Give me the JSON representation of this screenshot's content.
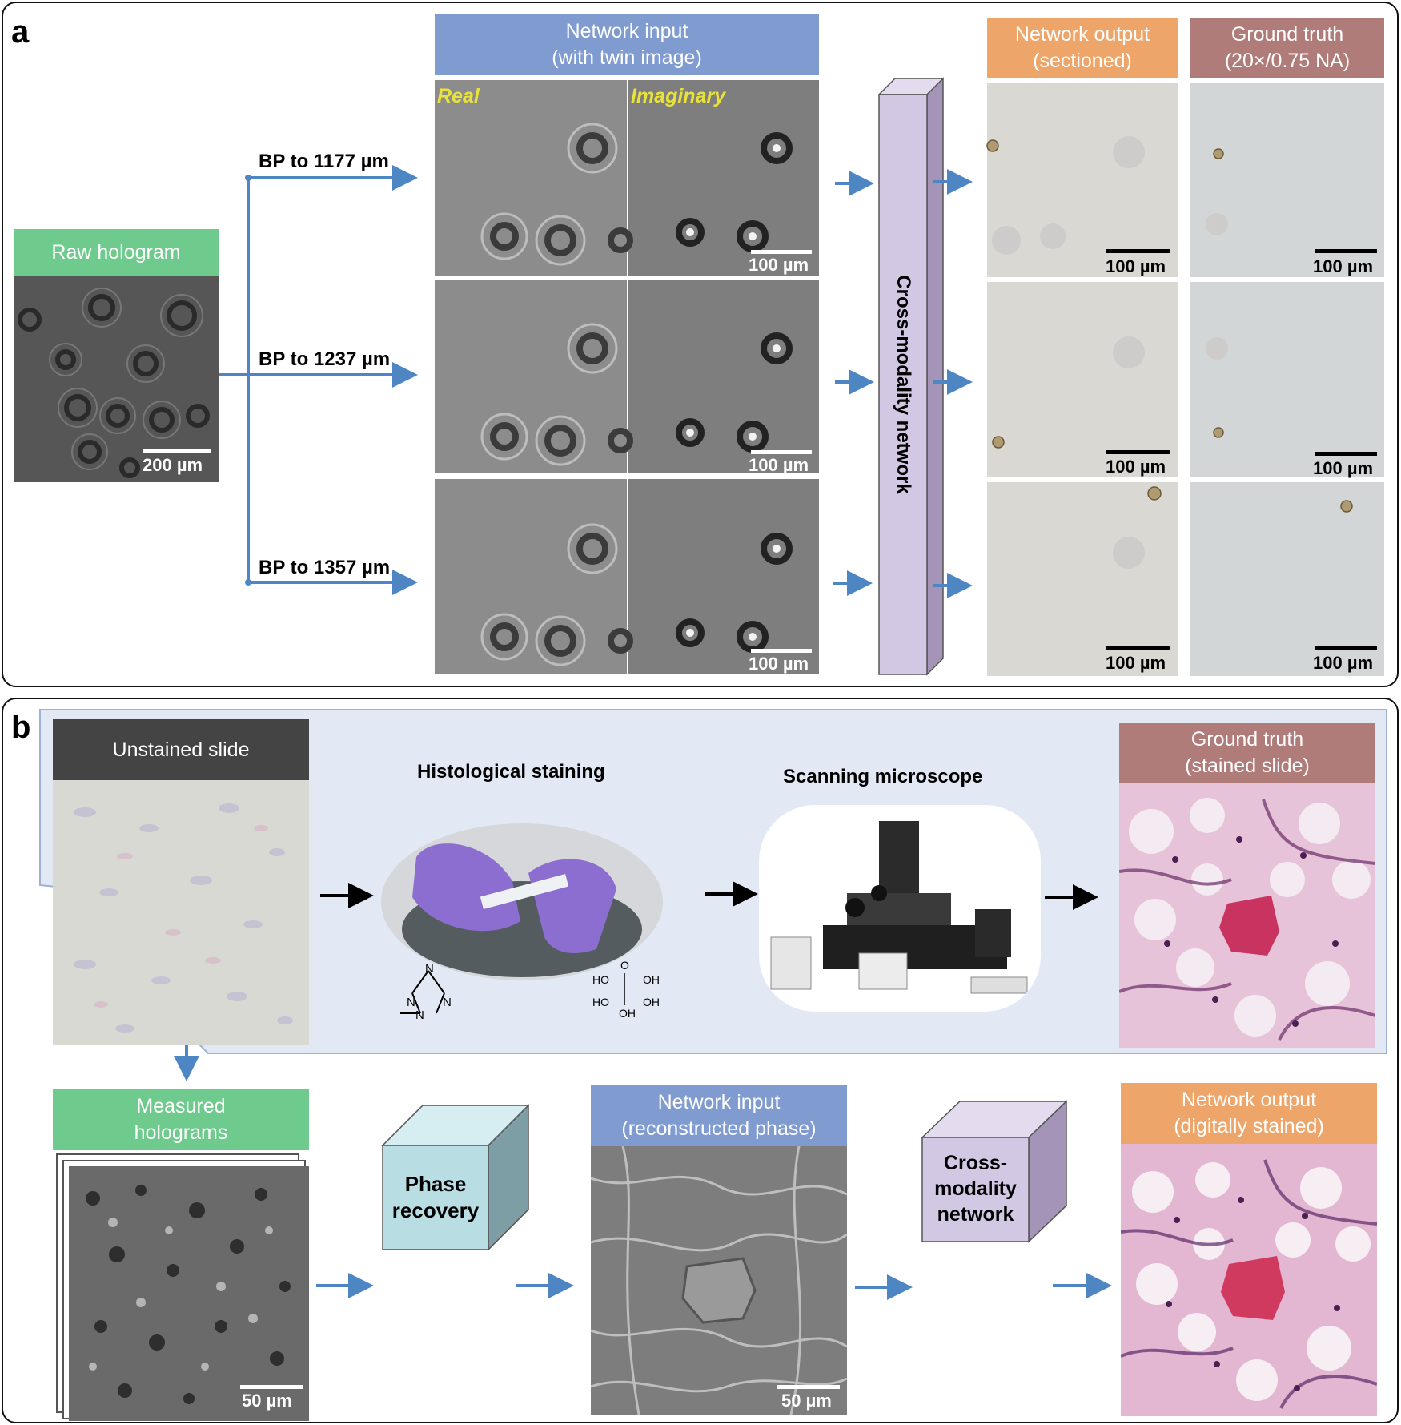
{
  "panel_a": {
    "letter": "a",
    "raw_hologram": {
      "title": "Raw hologram",
      "scale_label": "200 µm"
    },
    "bp_labels": [
      "BP to 1177 µm",
      "BP to 1237 µm",
      "BP to 1357 µm"
    ],
    "network_input": {
      "title_line1": "Network input",
      "title_line2": "(with twin image)",
      "real_label": "Real",
      "imag_label": "Imaginary",
      "scale_label": "100 µm"
    },
    "network_name": "Cross-modality network",
    "network_output": {
      "title_line1": "Network output",
      "title_line2": "(sectioned)",
      "scale_label": "100 µm"
    },
    "ground_truth": {
      "title_line1": "Ground truth",
      "title_line2": "(20×/0.75 NA)",
      "scale_label": "100 µm"
    }
  },
  "panel_b": {
    "letter": "b",
    "unstained_title": "Unstained slide",
    "staining_title": "Histological staining",
    "microscope_title": "Scanning microscope",
    "ground_truth": {
      "title_line1": "Ground truth",
      "title_line2": "(stained slide)"
    },
    "measured": {
      "title_line1": "Measured",
      "title_line2": "holograms",
      "scale_label": "50 µm"
    },
    "phase_recovery": {
      "line1": "Phase",
      "line2": "recovery"
    },
    "network_input": {
      "title_line1": "Network input",
      "title_line2": "(reconstructed phase)",
      "scale_label": "50 µm"
    },
    "cross_modality": {
      "line1": "Cross-",
      "line2": "modality",
      "line3": "network"
    },
    "network_output": {
      "title_line1": "Network output",
      "title_line2": "(digitally stained)"
    },
    "chem_labels": {
      "n": "N",
      "ho": "HO",
      "oh": "OH",
      "o": "O"
    }
  },
  "colors": {
    "green": "#6fca8d",
    "blue_header": "#7f9bcf",
    "orange": "#eda56a",
    "rose": "#b07c79",
    "dark_header": "#444444",
    "arrow_blue": "#4e86c4",
    "network_box": "#d3c8e3",
    "phase_box": "#b8dde3",
    "b_background": "#e3e9f4"
  }
}
